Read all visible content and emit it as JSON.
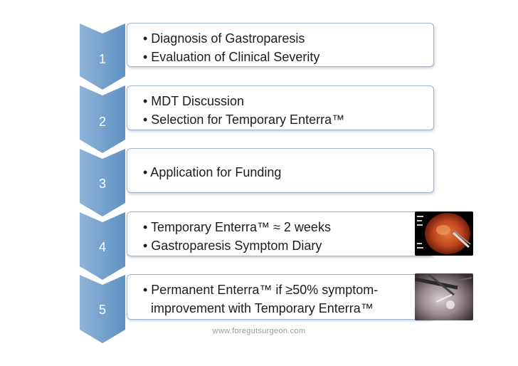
{
  "steps": [
    {
      "number": "1",
      "lines": [
        "• Diagnosis of Gastroparesis",
        "• Evaluation of Clinical Severity"
      ]
    },
    {
      "number": "2",
      "lines": [
        "• MDT Discussion",
        "• Selection for Temporary Enterra™"
      ]
    },
    {
      "number": "3",
      "lines": [
        "• Application for Funding"
      ]
    },
    {
      "number": "4",
      "lines": [
        "• Temporary Enterra™ ≈ 2 weeks",
        "• Gastroparesis Symptom Diary"
      ]
    },
    {
      "number": "5",
      "lines": [
        "• Permanent Enterra™ if ≥50% symptom-",
        "improvement with Temporary Enterra™"
      ]
    }
  ],
  "footer": "www.foregutsurgeon.com",
  "colors": {
    "chevron_fill": "#5f91c1",
    "chevron_light": "#8fb4da",
    "box_border": "#9db5cc"
  }
}
